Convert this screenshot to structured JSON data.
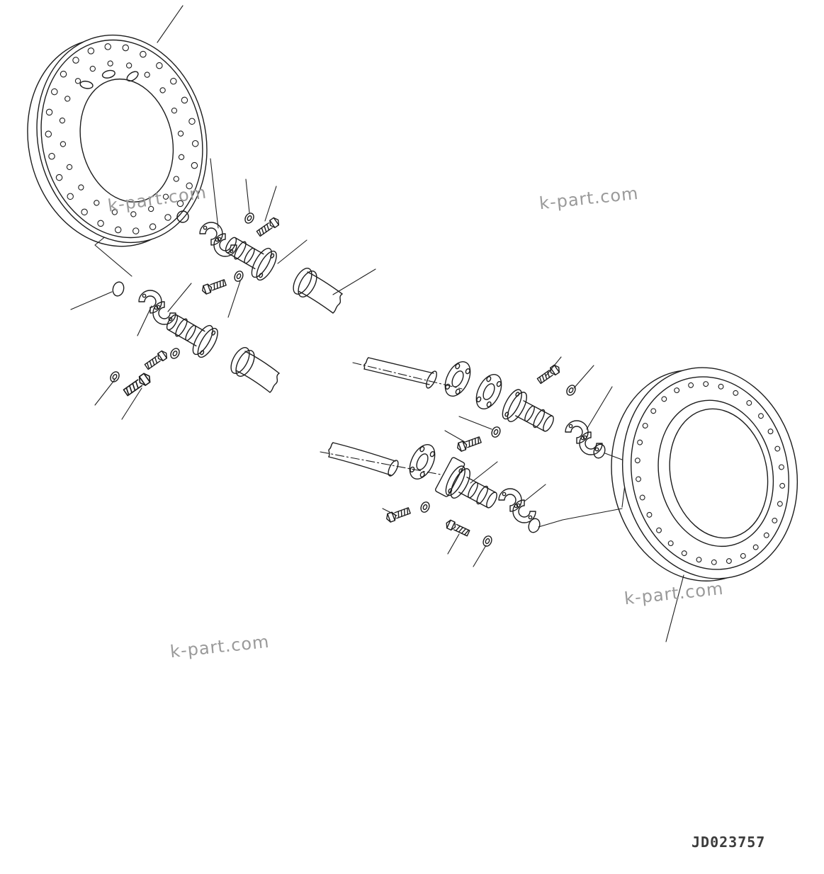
{
  "page": {
    "background_color": "#ffffff",
    "line_color": "#1d1d1d",
    "watermark_color": "#9a9a9a"
  },
  "watermarks": [
    {
      "text": "k-part.com"
    },
    {
      "text": "k-part.com"
    },
    {
      "text": "k-part.com"
    },
    {
      "text": "k-part.com"
    }
  ],
  "drawing_number": "JD023757"
}
